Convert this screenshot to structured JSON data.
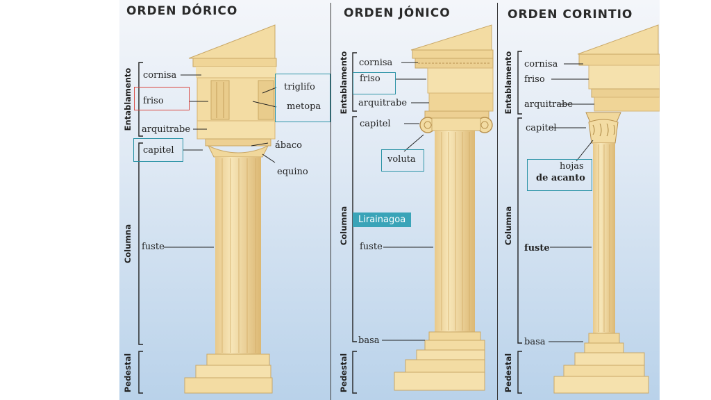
{
  "titles": {
    "doric": "ORDEN DÓRICO",
    "ionic": "ORDEN JÓNICO",
    "corinthian": "ORDEN CORINTIO"
  },
  "groups": {
    "entablature": "Entablamento",
    "column": "Columna",
    "pedestal": "Pedestal"
  },
  "doric": {
    "cornisa": "cornisa",
    "friso": "friso",
    "arquitrabe": "arquitrabe",
    "capitel": "capitel",
    "triglifo": "triglifo",
    "metopa": "metopa",
    "abaco": "ábaco",
    "equino": "equino",
    "fuste": "fuste"
  },
  "ionic": {
    "cornisa": "cornisa",
    "friso": "friso",
    "arquitrabe": "arquitrabe",
    "capitel": "capitel",
    "voluta": "voluta",
    "fuste": "fuste",
    "basa": "basa"
  },
  "corinthian": {
    "cornisa": "cornisa",
    "friso": "friso",
    "arquitrabe": "arquitrabe",
    "capitel": "capitel",
    "hojas_line1": "hojas",
    "hojas_line2": "de acanto",
    "fuste": "fuste",
    "basa": "basa"
  },
  "badge": "Lirainagoa",
  "colors": {
    "stone": "#f3dca3",
    "stone_shadow": "#d9b978",
    "highlight_red": "#d9453f",
    "highlight_teal": "#2b93a6",
    "badge": "#3aa4b8"
  }
}
